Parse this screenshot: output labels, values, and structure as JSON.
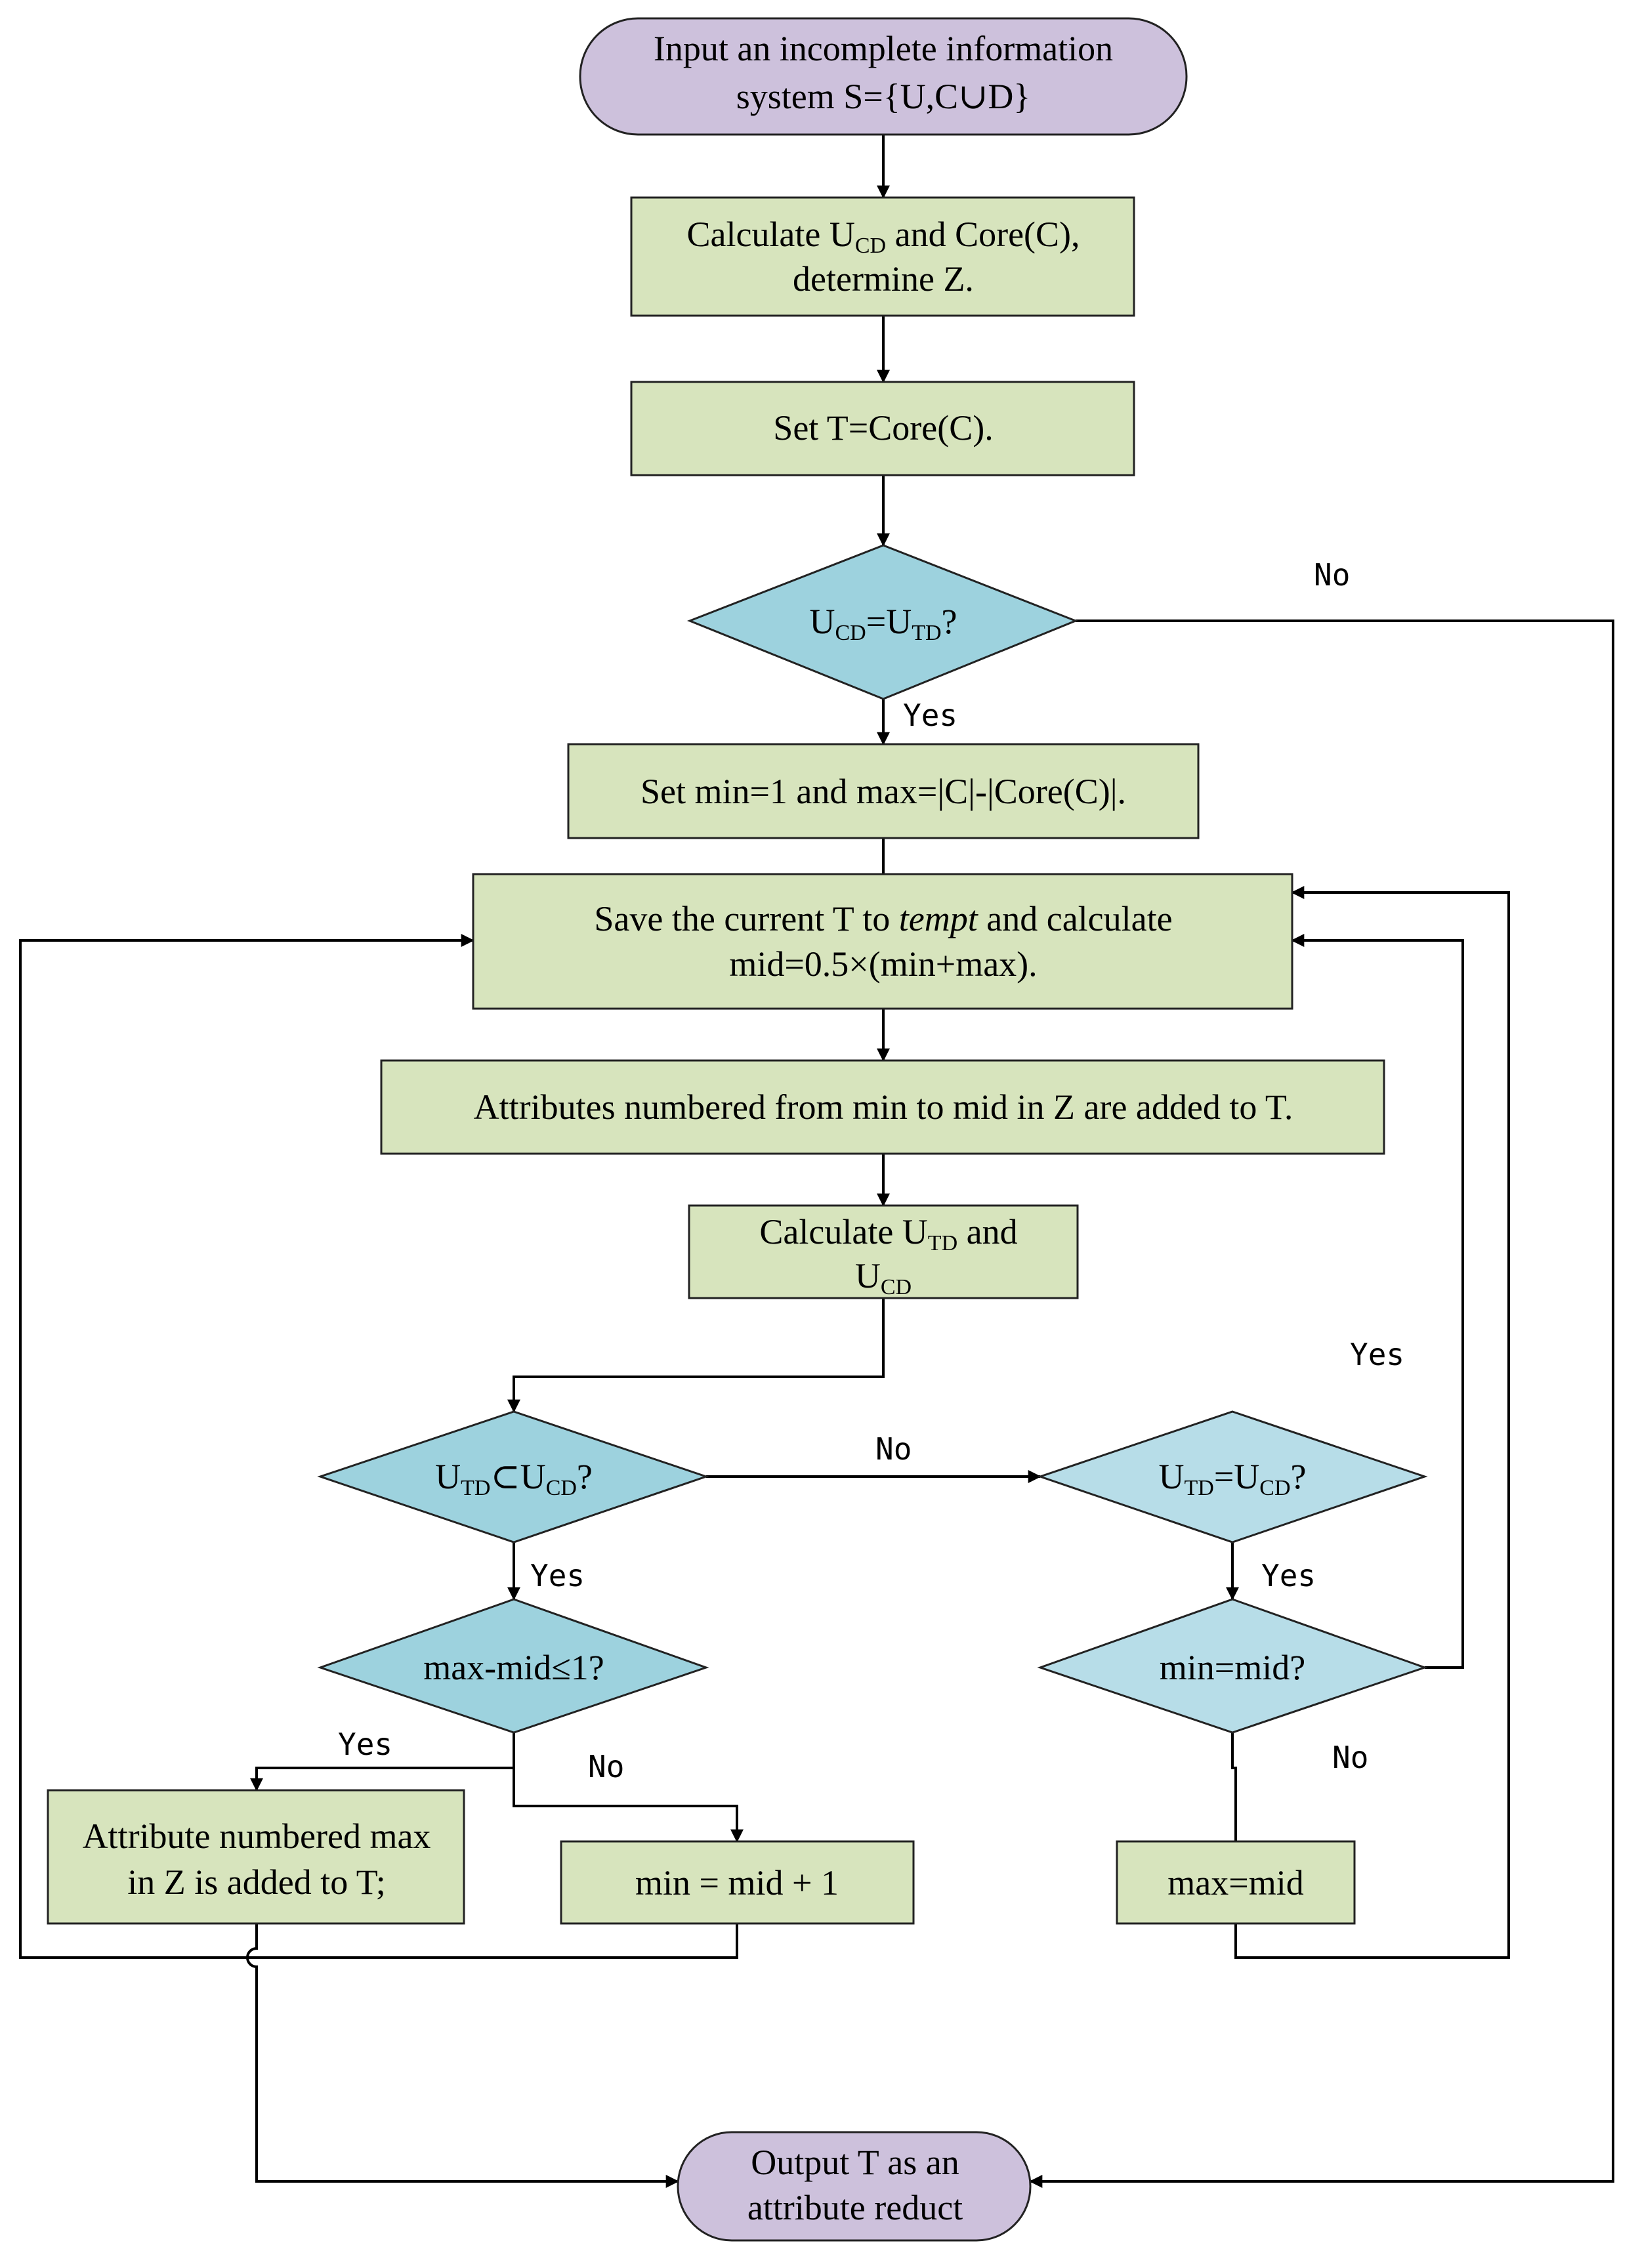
{
  "colors": {
    "terminal_fill": "#cdc1dc",
    "process_fill": "#d7e4bd",
    "decision_fill": "#9dd2de",
    "decision_fill_light": "#b7dde8",
    "line": "#000000"
  },
  "nodes": {
    "input": {
      "line1": "Input an incomplete information",
      "line2": "system S={U,C∪D}"
    },
    "calc_ucd": {
      "line1_a": "Calculate U",
      "line1_sub": "CD",
      "line1_b": " and Core(C),",
      "line2": "determine Z."
    },
    "set_t": {
      "text": "Set T=Core(C)."
    },
    "check_ucd_utd": {
      "a": "U",
      "a_sub": "CD",
      "eq": "=U",
      "b_sub": "TD",
      "end": "?"
    },
    "set_min_max": {
      "text": "Set min=1 and max=|C|-|Core(C)|."
    },
    "save_t": {
      "line1_a": "Save the current T to ",
      "line1_em": "tempt",
      "line1_b": " and calculate",
      "line2": "mid=0.5×(min+max)."
    },
    "add_attrs": {
      "text": "Attributes numbered from min to mid in Z are added to T."
    },
    "calc_utd": {
      "line1_a": "Calculate U",
      "line1_sub": "TD",
      "line1_b": " and",
      "line2_a": "U",
      "line2_sub": "CD"
    },
    "check_subset": {
      "a": "U",
      "a_sub": "TD",
      "op": "⊂U",
      "b_sub": "CD",
      "end": "?"
    },
    "check_equal": {
      "a": "U",
      "a_sub": "TD",
      "op": "=U",
      "b_sub": "CD",
      "end": "?"
    },
    "check_maxmid": {
      "text": "max-mid≤1?"
    },
    "check_minmid": {
      "text": "min=mid?"
    },
    "add_max": {
      "line1": "Attribute numbered max",
      "line2": "in Z is added to T;"
    },
    "min_update": {
      "text": "min = mid + 1"
    },
    "max_update": {
      "text": "max=mid"
    },
    "output": {
      "line1": "Output T as an",
      "line2": "attribute reduct"
    }
  },
  "edge_labels": {
    "no_top": "No",
    "yes_top": "Yes",
    "yes_right": "Yes",
    "no_subset": "No",
    "yes_subset": "Yes",
    "yes_equal": "Yes",
    "yes_maxmid": "Yes",
    "no_maxmid": "No",
    "no_minmid": "No"
  }
}
